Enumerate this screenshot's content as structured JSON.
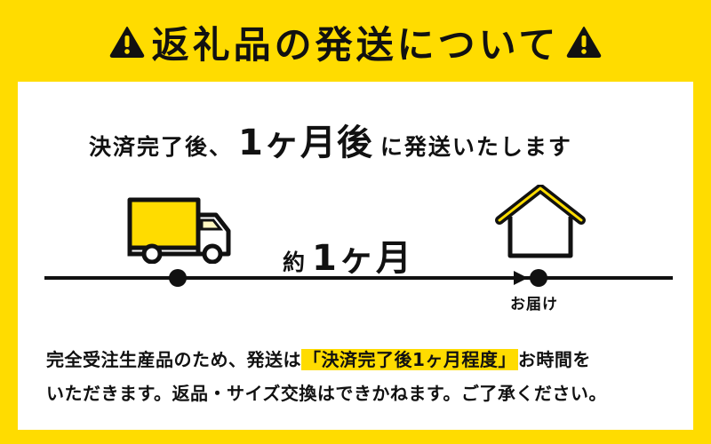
{
  "header": {
    "title": "返礼品の発送について",
    "left_icon": "warning-triangle-icon",
    "right_icon": "warning-triangle-icon"
  },
  "headline": {
    "prefix": "決済完了後、",
    "emphasis": "1ヶ月後",
    "suffix": "に発送いたします"
  },
  "timeline": {
    "start_icon": "delivery-truck-icon",
    "end_icon": "house-icon",
    "duration_prefix": "約",
    "duration_value": "1ヶ月",
    "end_label": "お届け"
  },
  "notice": {
    "line1_before": "完全受注生産品のため、発送は",
    "line1_highlight": "「決済完了後1ヶ月程度」",
    "line1_after": "お時間を",
    "line2": "いただきます。返品・サイズ交換はできかねます。ご了承ください。"
  },
  "colors": {
    "brand_yellow": "#FFDC00",
    "panel": "#FFFFFF",
    "ink": "#111111"
  }
}
